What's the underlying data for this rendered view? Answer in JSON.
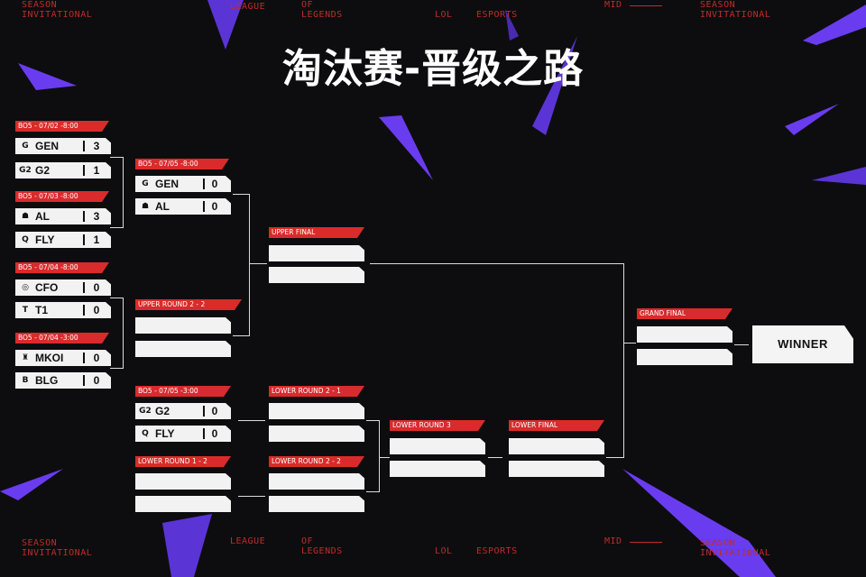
{
  "title": "淘汰赛-晋级之路",
  "decor": {
    "season": "SEASON",
    "invitational": "INVITATIONAL",
    "league": "LEAGUE",
    "of": "OF",
    "legends": "LEGENDS",
    "lol": "LOL",
    "esports": "ESPORTS",
    "mid": "MID"
  },
  "colors": {
    "accent_red": "#d92b2b",
    "slot_bg": "#f2f2f2",
    "background": "#0d0d0f",
    "streak_purple": "#6a3cf0"
  },
  "quarterfinals": [
    {
      "header": "BO5 - 07/02 -8:00",
      "teams": [
        {
          "name": "GEN",
          "score": "3",
          "logo": "gen-logo-icon",
          "glyph": "G"
        },
        {
          "name": "G2",
          "score": "1",
          "logo": "g2-logo-icon",
          "glyph": "G2"
        }
      ]
    },
    {
      "header": "BO5 - 07/03 -8:00",
      "teams": [
        {
          "name": "AL",
          "score": "3",
          "logo": "al-logo-icon",
          "glyph": "☗"
        },
        {
          "name": "FLY",
          "score": "1",
          "logo": "fly-logo-icon",
          "glyph": "Q"
        }
      ]
    },
    {
      "header": "BO5 - 07/04 -8:00",
      "teams": [
        {
          "name": "CFO",
          "score": "0",
          "logo": "cfo-logo-icon",
          "glyph": "◎"
        },
        {
          "name": "T1",
          "score": "0",
          "logo": "t1-logo-icon",
          "glyph": "T"
        }
      ]
    },
    {
      "header": "BO5 - 07/04 -3:00",
      "teams": [
        {
          "name": "MKOI",
          "score": "0",
          "logo": "mkoi-logo-icon",
          "glyph": "♜"
        },
        {
          "name": "BLG",
          "score": "0",
          "logo": "blg-logo-icon",
          "glyph": "B"
        }
      ]
    }
  ],
  "upper_round2": [
    {
      "header": "BO5 - 07/05 -8:00",
      "teams": [
        {
          "name": "GEN",
          "score": "0",
          "logo": "gen-logo-icon",
          "glyph": "G"
        },
        {
          "name": "AL",
          "score": "0",
          "logo": "al-logo-icon",
          "glyph": "☗"
        }
      ]
    },
    {
      "header": "UPPER ROUND 2 - 2",
      "teams": [
        {
          "name": "",
          "score": ""
        },
        {
          "name": "",
          "score": ""
        }
      ]
    }
  ],
  "upper_final": {
    "header": "UPPER FINAL",
    "teams": [
      {
        "name": "",
        "score": ""
      },
      {
        "name": "",
        "score": ""
      }
    ]
  },
  "lower_round1": [
    {
      "header": "BO5 - 07/05 -3:00",
      "teams": [
        {
          "name": "G2",
          "score": "0",
          "logo": "g2-logo-icon",
          "glyph": "G2"
        },
        {
          "name": "FLY",
          "score": "0",
          "logo": "fly-logo-icon",
          "glyph": "Q"
        }
      ]
    },
    {
      "header": "LOWER ROUND 1 - 2",
      "teams": [
        {
          "name": "",
          "score": ""
        },
        {
          "name": "",
          "score": ""
        }
      ]
    }
  ],
  "lower_round2": [
    {
      "header": "LOWER ROUND 2 - 1",
      "teams": [
        {
          "name": "",
          "score": ""
        },
        {
          "name": "",
          "score": ""
        }
      ]
    },
    {
      "header": "LOWER ROUND 2 - 2",
      "teams": [
        {
          "name": "",
          "score": ""
        },
        {
          "name": "",
          "score": ""
        }
      ]
    }
  ],
  "lower_round3": {
    "header": "LOWER ROUND 3",
    "teams": [
      {
        "name": "",
        "score": ""
      },
      {
        "name": "",
        "score": ""
      }
    ]
  },
  "lower_final": {
    "header": "LOWER  FINAL",
    "teams": [
      {
        "name": "",
        "score": ""
      },
      {
        "name": "",
        "score": ""
      }
    ]
  },
  "grand_final": {
    "header": "GRAND FINAL",
    "teams": [
      {
        "name": "",
        "score": ""
      },
      {
        "name": "",
        "score": ""
      }
    ]
  },
  "winner_label": "WINNER"
}
